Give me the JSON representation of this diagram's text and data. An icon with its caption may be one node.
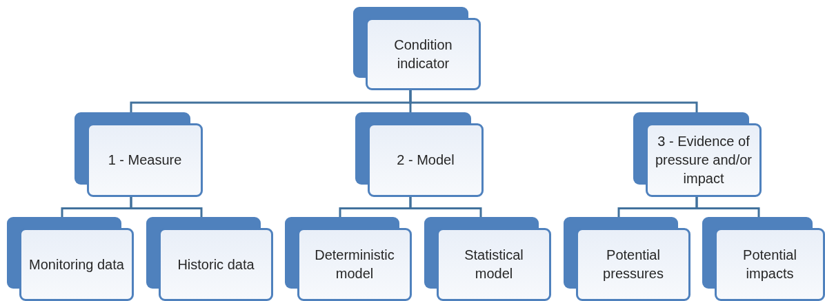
{
  "diagram": {
    "nodes": [
      {
        "text": [
          "Condition indicator"
        ]
      },
      {
        "text": [
          "1 - Measure"
        ]
      },
      {
        "text": [
          "2 - Model"
        ]
      },
      {
        "text": [
          "3 - Evidence of pressure and/or impact"
        ]
      },
      {
        "text": [
          "Monitoring data"
        ]
      },
      {
        "text": [
          "Historic data"
        ]
      },
      {
        "text": [
          "Deterministic model"
        ]
      },
      {
        "text": [
          "Statistical model"
        ]
      },
      {
        "text": [
          "Potential pressures"
        ]
      },
      {
        "text": [
          "Potential impacts"
        ]
      }
    ],
    "edges": [
      {
        "from": 0,
        "to": 1,
        "arrow": "none"
      },
      {
        "from": 0,
        "to": 2,
        "arrow": "none"
      },
      {
        "from": 0,
        "to": 3,
        "arrow": "none"
      },
      {
        "from": 1,
        "to": 4,
        "arrow": "none"
      },
      {
        "from": 1,
        "to": 5,
        "arrow": "none"
      },
      {
        "from": 2,
        "to": 6,
        "arrow": "none"
      },
      {
        "from": 2,
        "to": 7,
        "arrow": "none"
      },
      {
        "from": 3,
        "to": 8,
        "arrow": "none"
      },
      {
        "from": 3,
        "to": 9,
        "arrow": "none"
      }
    ]
  }
}
